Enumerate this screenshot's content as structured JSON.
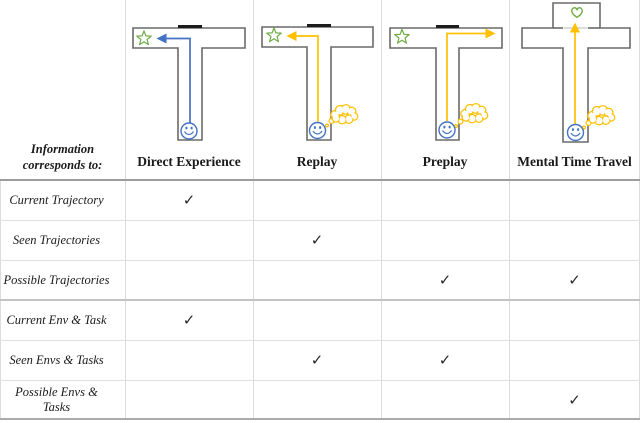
{
  "figure": {
    "type": "paper-figure",
    "description": "Comparison of memory/simulation modes in a T-maze"
  },
  "colors": {
    "agent_blue": "#4472C4",
    "imagination_yellow": "#FFC000",
    "goal_green": "#70AD47",
    "maze_wall_gray": "#6a6a6a",
    "door_black": "#1c1c1c",
    "grid_gray": "#dcdcdc"
  },
  "header": {
    "info_label_line1": "Information",
    "info_label_line2": "corresponds to:",
    "columns": [
      "Direct Experience",
      "Replay",
      "Preplay",
      "Mental Time Travel"
    ]
  },
  "mazes": [
    {
      "name": "direct-experience",
      "goal": "star",
      "door": "closed",
      "thought_bubble": false,
      "arrow_color": "#4472C4"
    },
    {
      "name": "replay",
      "goal": "star",
      "door": "closed",
      "thought_bubble": true,
      "arrow_color": "#FFC000"
    },
    {
      "name": "preplay",
      "goal": "star",
      "door": "closed",
      "thought_bubble": true,
      "arrow_color": "#FFC000"
    },
    {
      "name": "mental-time-travel",
      "goal": "heart",
      "door": "open",
      "thought_bubble": true,
      "arrow_color": "#FFC000"
    }
  ],
  "table": {
    "rows": [
      {
        "label": "Current Trajectory",
        "cells": [
          "✓",
          "",
          "",
          ""
        ]
      },
      {
        "label": "Seen Trajectories",
        "cells": [
          "",
          "✓",
          "",
          ""
        ]
      },
      {
        "label": "Possible Trajectories",
        "cells": [
          "",
          "",
          "✓",
          "✓"
        ]
      },
      {
        "label": "Current Env & Task",
        "cells": [
          "✓",
          "",
          "",
          ""
        ]
      },
      {
        "label": "Seen Envs & Tasks",
        "cells": [
          "",
          "✓",
          "✓",
          ""
        ]
      },
      {
        "label": "Possible Envs & Tasks",
        "cells": [
          "",
          "",
          "",
          "✓"
        ]
      }
    ]
  }
}
